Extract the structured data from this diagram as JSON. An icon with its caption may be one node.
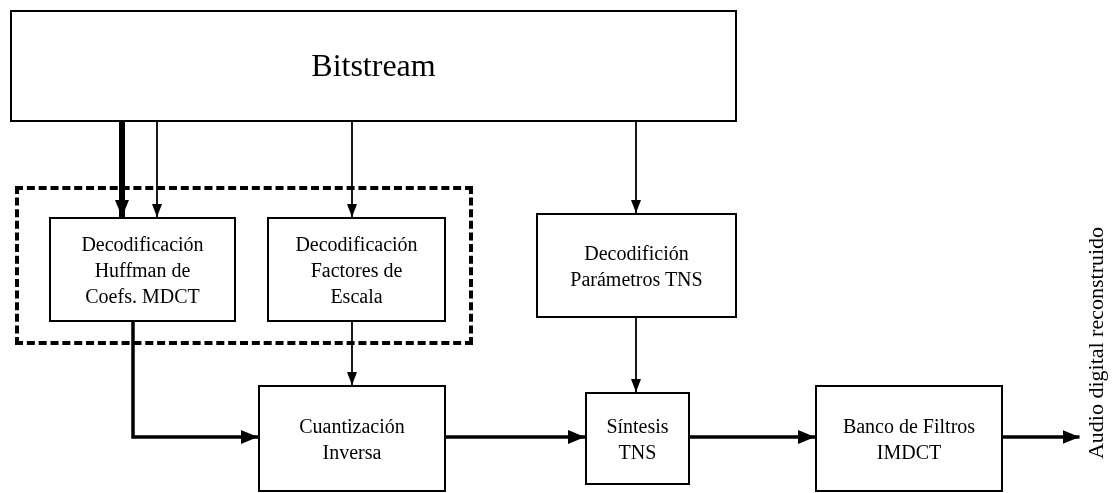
{
  "diagram": {
    "nodes": [
      {
        "text": [
          "Bitstream"
        ]
      },
      {
        "text": [],
        "shape": "box"
      },
      {
        "text": [
          "Decodificación Huffman de Coefs. MDCT"
        ],
        "in": 1
      },
      {
        "text": [
          "Decodificación Factores de Escala"
        ],
        "in": 1
      },
      {
        "text": [
          "Decodifición Parámetros TNS"
        ]
      },
      {
        "text": [
          "Cuantización Inversa"
        ]
      },
      {
        "text": [
          "Síntesis TNS"
        ]
      },
      {
        "text": [
          "Banco de Filtros IMDCT"
        ]
      },
      {
        "text": [
          "Audio digital reconstruido"
        ]
      }
    ],
    "edges": [
      {
        "from": 0,
        "to": 2,
        "arrow": "to",
        "style": "thick"
      },
      {
        "from": 0,
        "to": 2,
        "arrow": "to"
      },
      {
        "from": 0,
        "to": 3,
        "arrow": "to"
      },
      {
        "from": 0,
        "to": 4,
        "arrow": "to"
      },
      {
        "from": 2,
        "to": 5,
        "arrow": "to",
        "style": "thick"
      },
      {
        "from": 3,
        "to": 5,
        "arrow": "to"
      },
      {
        "from": 4,
        "to": 6,
        "arrow": "to"
      },
      {
        "from": 5,
        "to": 6,
        "arrow": "to",
        "style": "thick"
      },
      {
        "from": 6,
        "to": 7,
        "arrow": "to",
        "style": "thick"
      },
      {
        "from": 7,
        "to": 8,
        "arrow": "to",
        "style": "thick"
      }
    ]
  }
}
